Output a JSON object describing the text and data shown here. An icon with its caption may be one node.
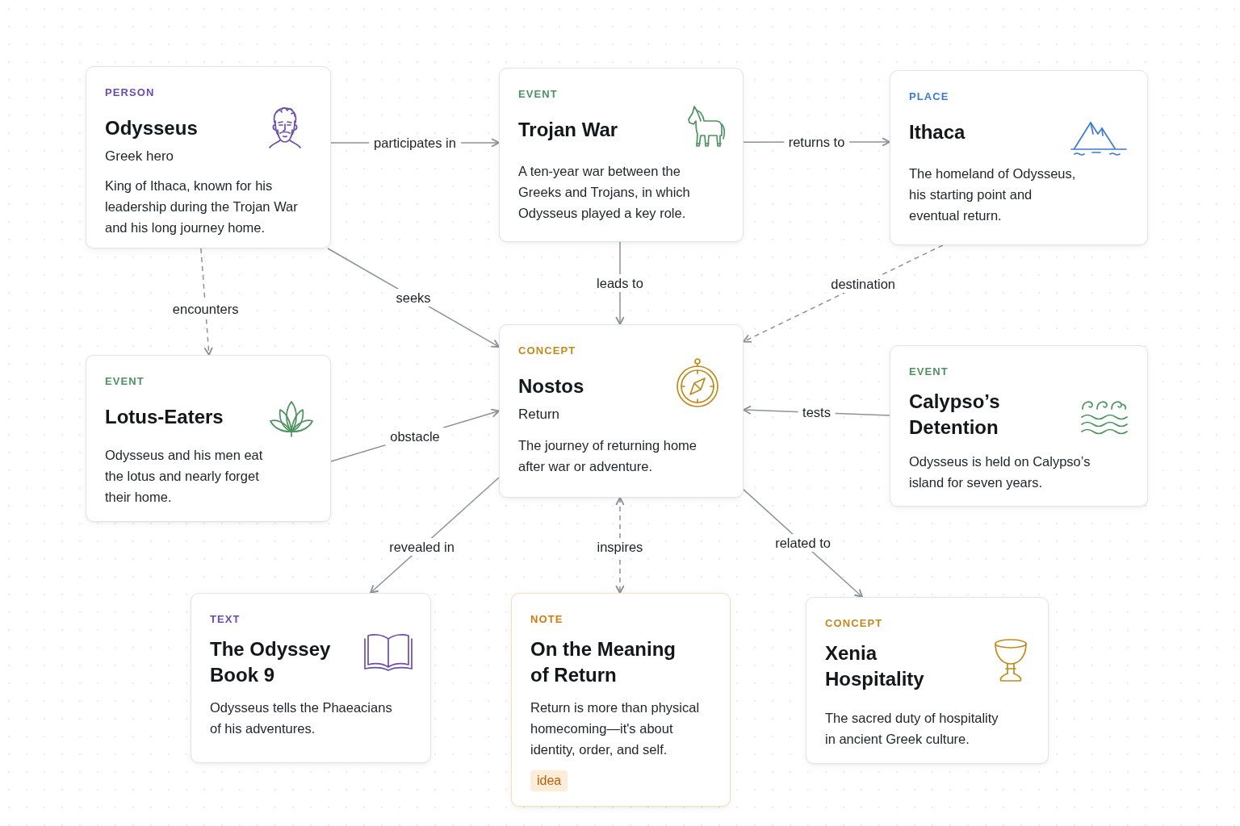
{
  "diagram": {
    "nodes": [
      {
        "text": [
          "PERSON",
          "Odysseus",
          "Greek hero",
          "King of Ithaca, known for his leadership during the Trojan War and his long journey home."
        ]
      },
      {
        "text": [
          "EVENT",
          "Trojan War",
          "A ten-year war between the Greeks and Trojans, in which Odysseus played a key role."
        ]
      },
      {
        "text": [
          "PLACE",
          "Ithaca",
          "The homeland of Odysseus, his starting point and eventual return."
        ]
      },
      {
        "text": [
          "EVENT",
          "Lotus-Eaters",
          "Odysseus and his men eat the lotus and nearly forget their home."
        ]
      },
      {
        "text": [
          "CONCEPT",
          "Nostos",
          "Return",
          "The journey of returning home after war or adventure."
        ]
      },
      {
        "text": [
          "EVENT",
          "Calypso’s Detention",
          "Odysseus is held on Calypso’s island for seven years."
        ]
      },
      {
        "text": [
          "TEXT",
          "The Odyssey Book 9",
          "Odysseus tells the Phaeacians of his adventures."
        ]
      },
      {
        "text": [
          "NOTE",
          "On the Meaning of Return",
          "Return is more than physical homecoming—it's about identity, order, and self.",
          "idea"
        ]
      },
      {
        "text": [
          "CONCEPT",
          "Xenia Hospitality",
          "The sacred duty of hospitality in ancient Greek culture."
        ]
      }
    ],
    "edges": [
      {
        "from": 0,
        "to": 1,
        "arrow": "to",
        "label": "participates in"
      },
      {
        "from": 1,
        "to": 2,
        "arrow": "to",
        "label": "returns to"
      },
      {
        "from": 0,
        "to": 4,
        "arrow": "to",
        "label": "seeks"
      },
      {
        "from": 1,
        "to": 4,
        "arrow": "to",
        "label": "leads to"
      },
      {
        "from": 2,
        "to": 4,
        "arrow": "to",
        "label": "destination",
        "style": "dashed"
      },
      {
        "from": 0,
        "to": 3,
        "arrow": "to",
        "label": "encounters",
        "style": "dashed"
      },
      {
        "from": 3,
        "to": 4,
        "arrow": "to",
        "label": "obstacle"
      },
      {
        "from": 5,
        "to": 4,
        "arrow": "to",
        "label": "tests"
      },
      {
        "from": 4,
        "to": 6,
        "arrow": "to",
        "label": "revealed in"
      },
      {
        "from": 4,
        "to": 7,
        "arrow": "both",
        "label": "inspires",
        "style": "dashed"
      },
      {
        "from": 4,
        "to": 8,
        "arrow": "to",
        "label": "related to"
      }
    ]
  }
}
